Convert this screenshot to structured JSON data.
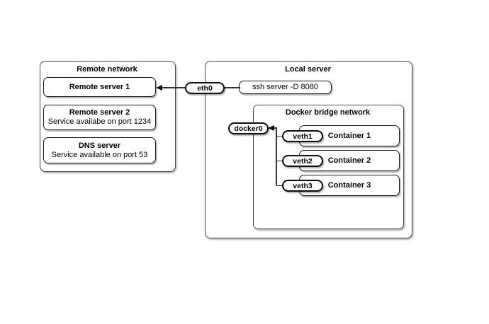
{
  "diagram": {
    "colors": {
      "background": "#ffffff",
      "outer_border": "#4a4a4a",
      "node_border": "#1a1a1a",
      "line": "#333333",
      "text": "#000000"
    },
    "remote_network": {
      "title": "Remote network",
      "nodes": [
        {
          "title": "Remote server 1"
        },
        {
          "title": "Remote server 2",
          "subtitle": "Service availabe on port 1234"
        },
        {
          "title": "DNS server",
          "subtitle": "Service available on port 53"
        }
      ]
    },
    "local_server": {
      "title": "Local server",
      "eth_interface": "eth0",
      "ssh_node": "ssh server -D 8080",
      "docker_network": {
        "title": "Docker bridge network",
        "bridge_interface": "docker0",
        "containers": [
          {
            "veth": "veth1",
            "name": "Container 1"
          },
          {
            "veth": "veth2",
            "name": "Container 2"
          },
          {
            "veth": "veth3",
            "name": "Container 3"
          }
        ]
      }
    }
  }
}
